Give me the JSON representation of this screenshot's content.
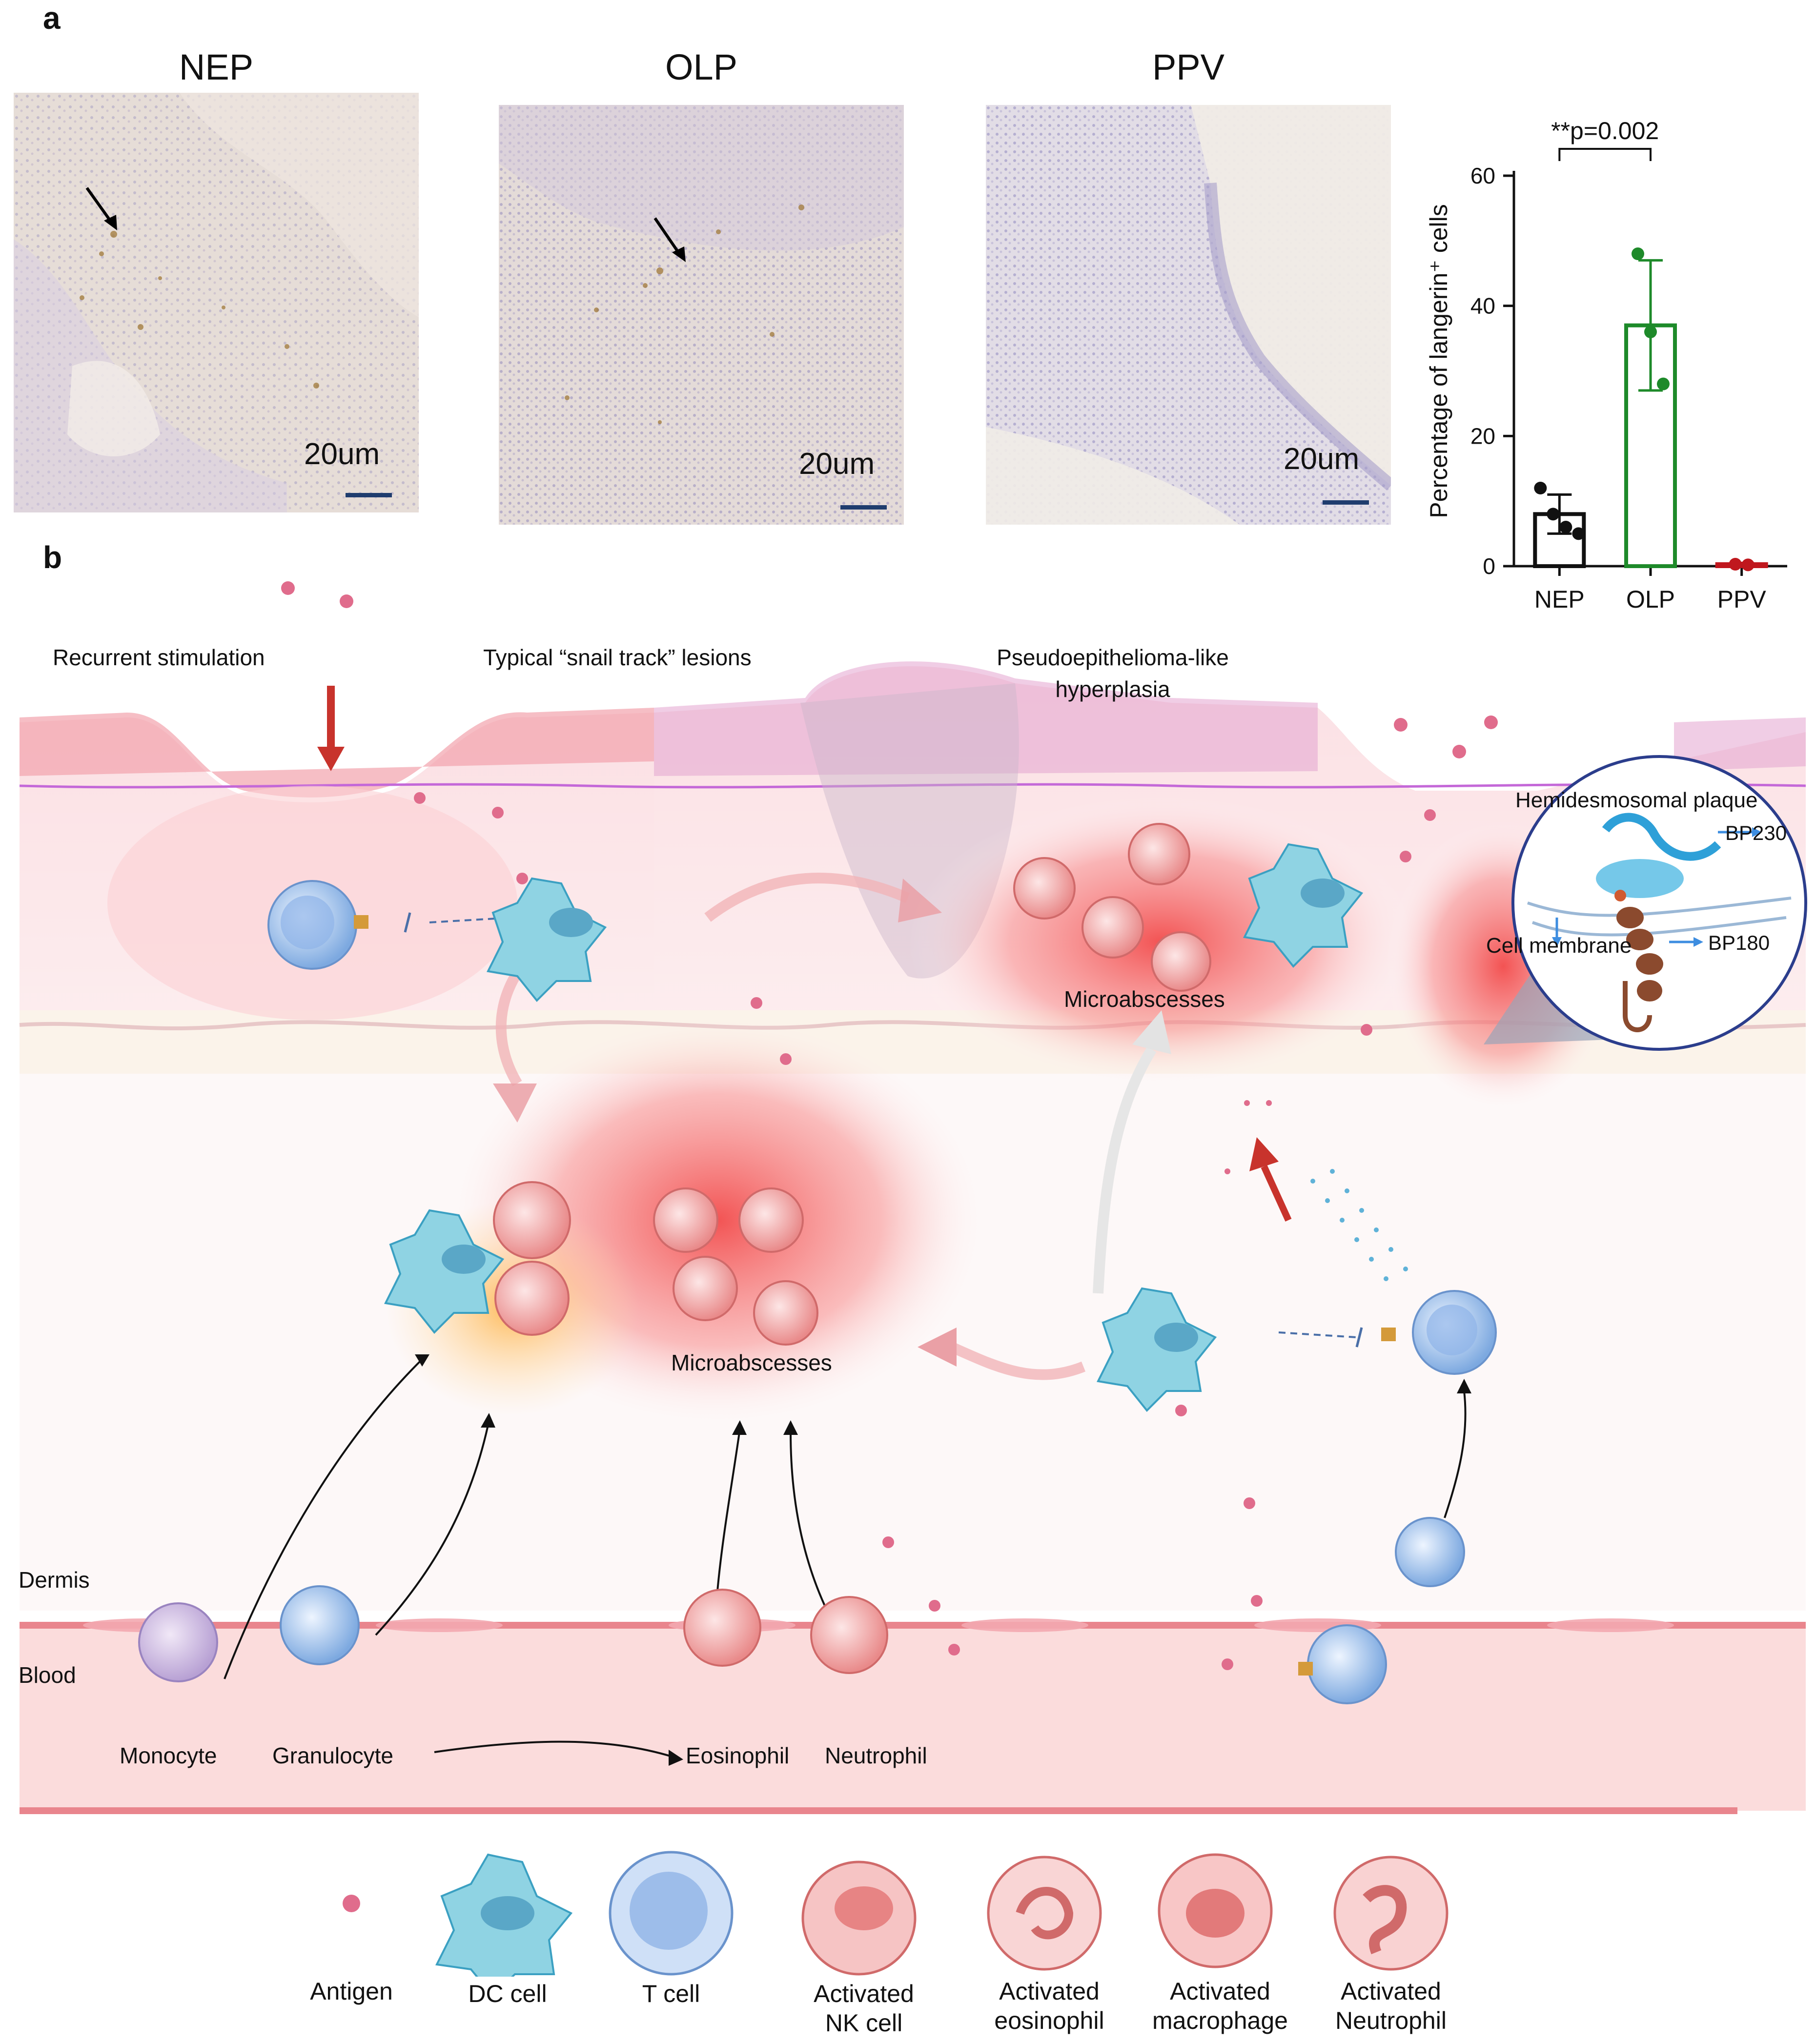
{
  "panel_a": {
    "letter": "a",
    "images": [
      {
        "title": "NEP",
        "scale": "20um"
      },
      {
        "title": "OLP",
        "scale": "20um"
      },
      {
        "title": "PPV",
        "scale": "20um"
      }
    ]
  },
  "panel_b": {
    "letter": "b",
    "labels": {
      "recurrent": "Recurrent stimulation",
      "snail": "Typical “snail track” lesions",
      "pseudo_1": "Pseudoepithelioma-like",
      "pseudo_2": "hyperplasia",
      "micro_upper": "Microabscesses",
      "micro_lower": "Microabscesses",
      "hemidesmosomal": "Hemidesmosomal plaque",
      "bp230": "BP230",
      "cell_membrane": "Cell membrane",
      "bp180": "BP180",
      "dermis": "Dermis",
      "blood": "Blood",
      "monocyte": "Monocyte",
      "granulocyte": "Granulocyte",
      "eosinophil": "Eosinophil",
      "neutrophil": "Neutrophil"
    },
    "legend": [
      {
        "id": "antigen",
        "label": "Antigen",
        "color": "#e06c8c"
      },
      {
        "id": "dc",
        "label": "DC cell",
        "color": "#7ec8dc"
      },
      {
        "id": "tcell",
        "label": "T cell",
        "color": "#a9c8ef"
      },
      {
        "id": "nk",
        "label": "Activated NK cell",
        "color": "#f0a2a2"
      },
      {
        "id": "eos",
        "label": "Activated eosinophil",
        "color": "#f2a8a8"
      },
      {
        "id": "mac",
        "label": "Activated macrophage",
        "color": "#f0a0a0"
      },
      {
        "id": "neut",
        "label": "Activated Neutrophil",
        "color": "#f2a6a6"
      }
    ]
  },
  "chart_data": {
    "type": "bar",
    "categories": [
      "NEP",
      "OLP",
      "PPV"
    ],
    "values": [
      8,
      37,
      0.3
    ],
    "errors": [
      3,
      10,
      0.2
    ],
    "points": [
      [
        12,
        8,
        6,
        5
      ],
      [
        48,
        36,
        28
      ],
      [
        0.3,
        0.2
      ]
    ],
    "colors": [
      "#111111",
      "#1e8a2a",
      "#c0181e"
    ],
    "ylabel": "Percentage of langerin⁺ cells",
    "ylim": [
      0,
      60
    ],
    "yticks": [
      0,
      20,
      40,
      60
    ],
    "annotation": "**p=0.002"
  }
}
